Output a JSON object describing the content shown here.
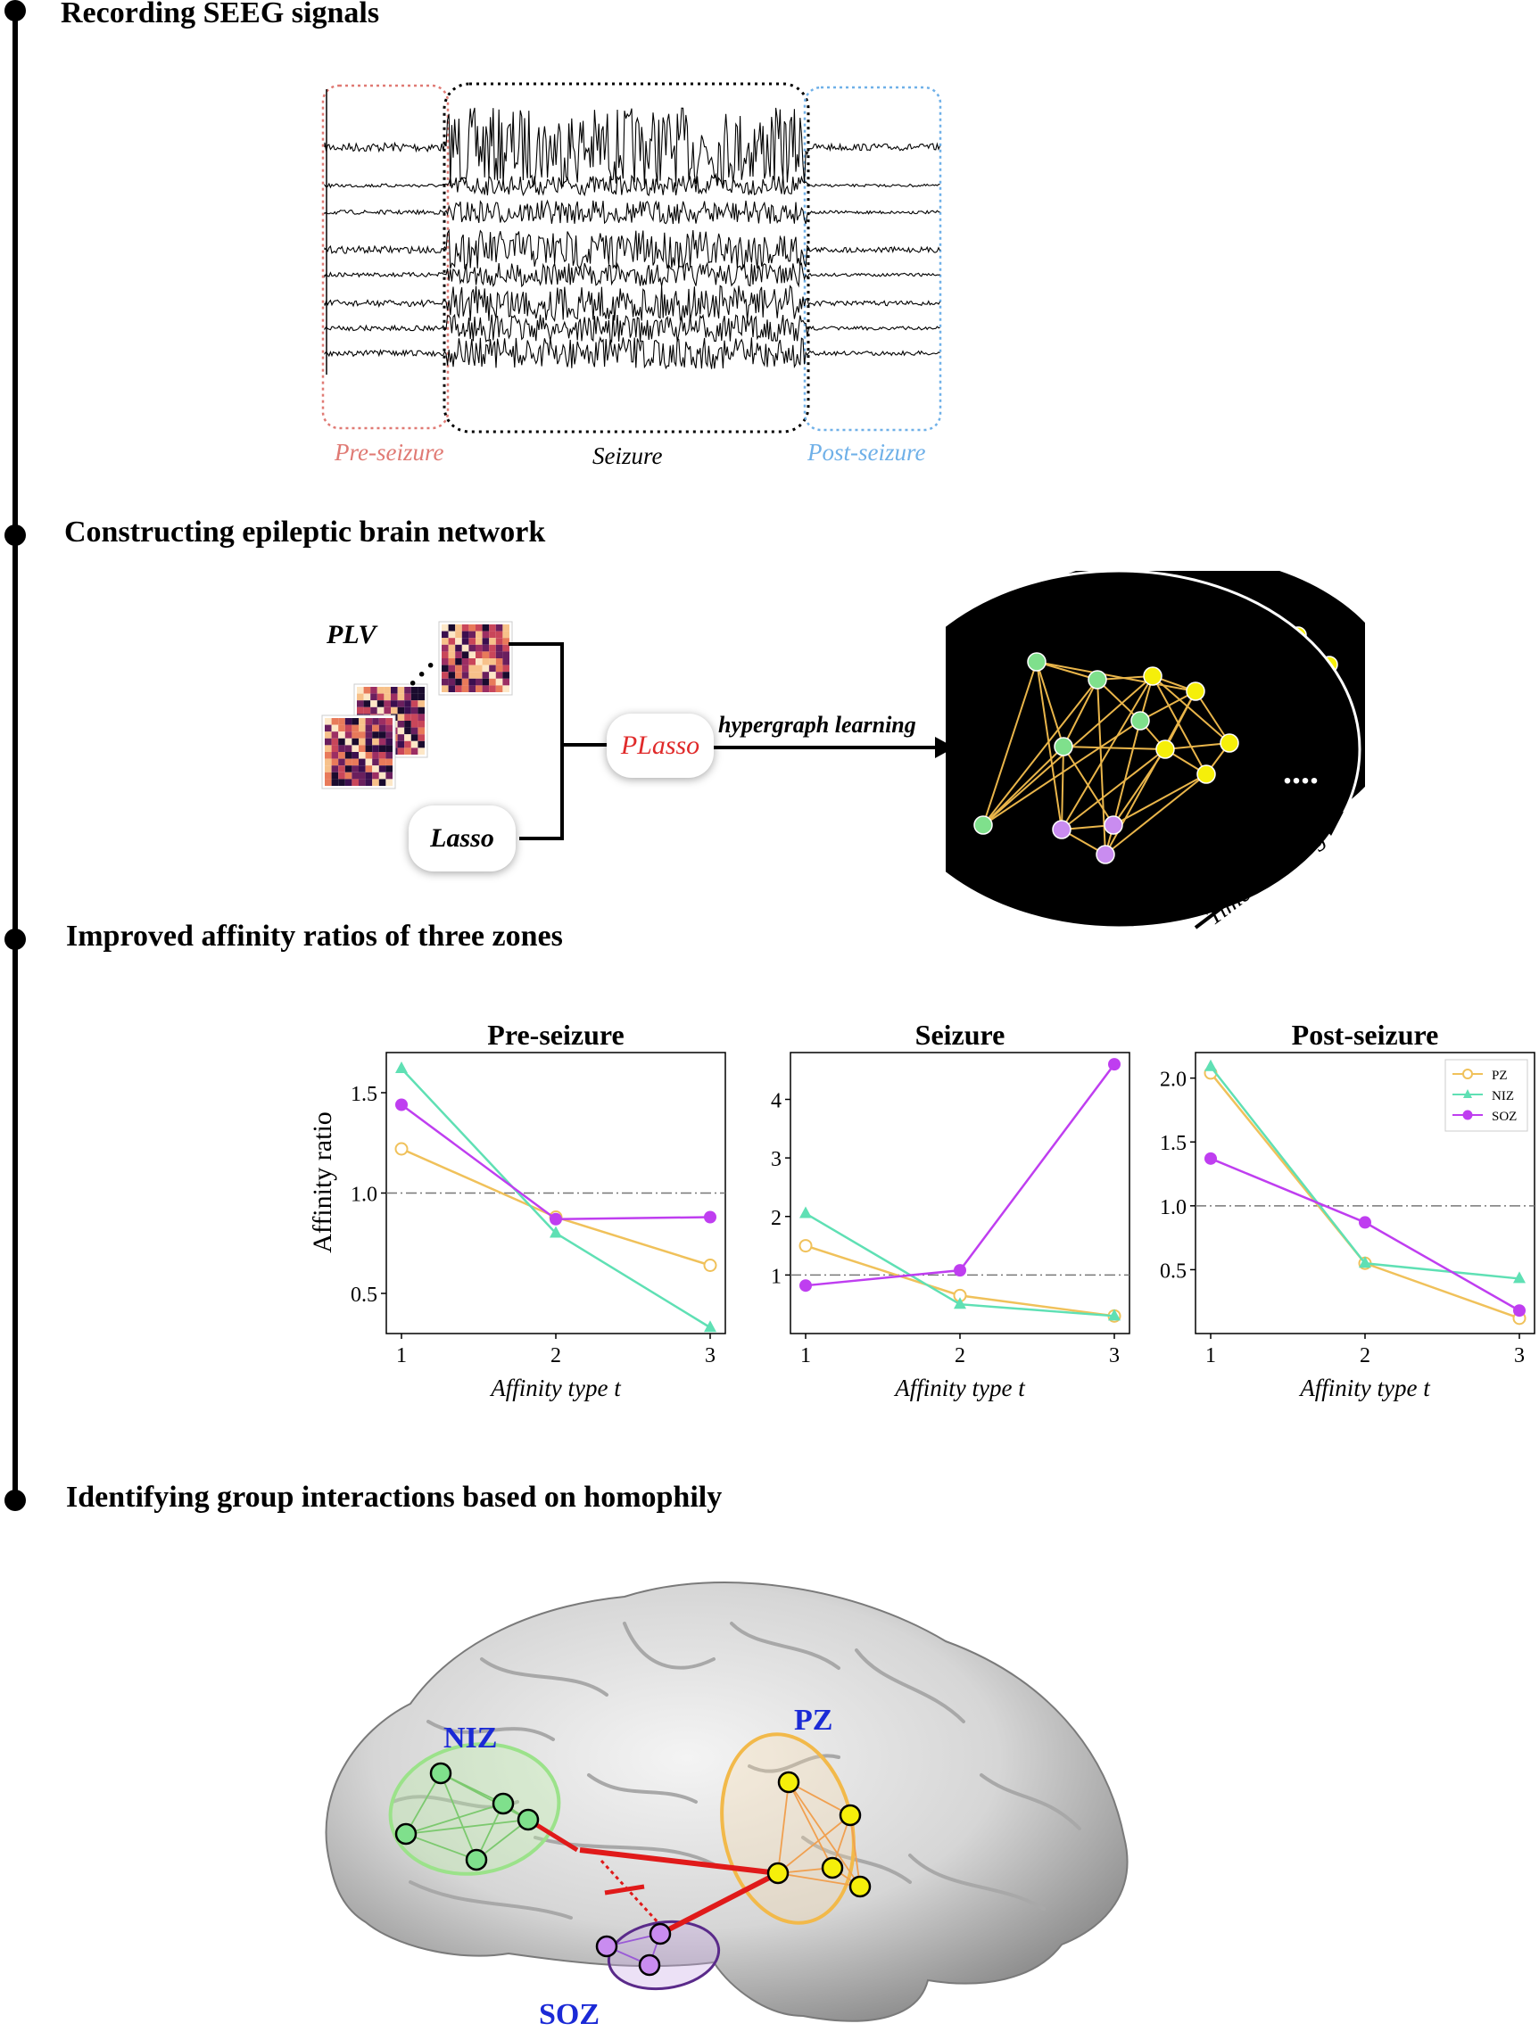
{
  "steps": [
    {
      "title": "Recording SEEG signals"
    },
    {
      "title": "Constructing epileptic brain network"
    },
    {
      "title": "Improved affinity ratios of three zones"
    },
    {
      "title": "Identifying group interactions based on homophily"
    }
  ],
  "signals": {
    "phases": [
      "Pre-seizure",
      "Seizure",
      "Post-seizure"
    ],
    "phase_colors": {
      "pre": "#e07a74",
      "seizure": "#000000",
      "post": "#6fb0e8"
    }
  },
  "network": {
    "plv_label": "PLV",
    "lasso_label": "Lasso",
    "plasso_label": "PLasso",
    "arrow_label": "hypergraph learning",
    "time_label": "Time-evolving",
    "ellipsis": "....",
    "node_colors": {
      "green": "#7fe08c",
      "yellow": "#f5ef0a",
      "purple": "#c98cf0",
      "edge": "#e9b54a"
    }
  },
  "charts": {
    "ylabel": "Affinity ratio",
    "xlabel": "Affinity type t",
    "legend": [
      "PZ",
      "NIZ",
      "SOZ"
    ],
    "colors": {
      "PZ": "#f0c15a",
      "NIZ": "#5fe0b4",
      "SOZ": "#bf3ef0"
    }
  },
  "chart_data": [
    {
      "type": "line",
      "title": "Pre-seizure",
      "x": [
        1,
        2,
        3
      ],
      "xticks": [
        "1",
        "2",
        "3"
      ],
      "ylim": [
        0.3,
        1.7
      ],
      "yticks": [
        "0.5",
        "1.0",
        "1.5"
      ],
      "ytick_values": [
        0.5,
        1.0,
        1.5
      ],
      "reference_line": 1.0,
      "series": [
        {
          "name": "PZ",
          "values": [
            1.22,
            0.88,
            0.64
          ]
        },
        {
          "name": "NIZ",
          "values": [
            1.62,
            0.8,
            0.33
          ]
        },
        {
          "name": "SOZ",
          "values": [
            1.44,
            0.87,
            0.88
          ]
        }
      ],
      "xlabel": "Affinity type t",
      "ylabel": "Affinity ratio"
    },
    {
      "type": "line",
      "title": "Seizure",
      "x": [
        1,
        2,
        3
      ],
      "xticks": [
        "1",
        "2",
        "3"
      ],
      "ylim": [
        0.0,
        4.8
      ],
      "yticks": [
        "1",
        "2",
        "3",
        "4"
      ],
      "ytick_values": [
        1,
        2,
        3,
        4
      ],
      "reference_line": 1.0,
      "series": [
        {
          "name": "PZ",
          "values": [
            1.5,
            0.65,
            0.3
          ]
        },
        {
          "name": "NIZ",
          "values": [
            2.05,
            0.5,
            0.3
          ]
        },
        {
          "name": "SOZ",
          "values": [
            0.82,
            1.08,
            4.6
          ]
        }
      ],
      "xlabel": "Affinity type t",
      "ylabel": ""
    },
    {
      "type": "line",
      "title": "Post-seizure",
      "x": [
        1,
        2,
        3
      ],
      "xticks": [
        "1",
        "2",
        "3"
      ],
      "ylim": [
        0.0,
        2.2
      ],
      "yticks": [
        "0.5",
        "1.0",
        "1.5",
        "2.0"
      ],
      "ytick_values": [
        0.5,
        1.0,
        1.5,
        2.0
      ],
      "reference_line": 1.0,
      "series": [
        {
          "name": "PZ",
          "values": [
            2.04,
            0.55,
            0.12
          ]
        },
        {
          "name": "NIZ",
          "values": [
            2.09,
            0.55,
            0.43
          ]
        },
        {
          "name": "SOZ",
          "values": [
            1.37,
            0.87,
            0.18
          ]
        }
      ],
      "xlabel": "Affinity type t",
      "ylabel": "",
      "legend": [
        "PZ",
        "NIZ",
        "SOZ"
      ],
      "legend_position": "top-right"
    }
  ],
  "brain": {
    "zones": [
      "NIZ",
      "PZ",
      "SOZ"
    ]
  }
}
